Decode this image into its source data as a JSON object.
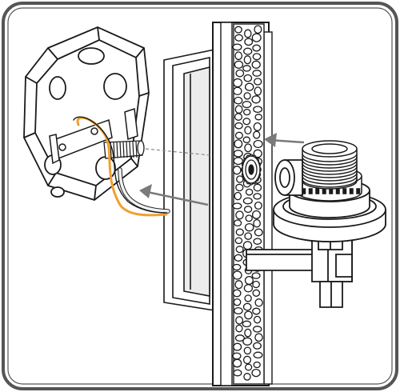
{
  "figure": {
    "kind": "installation-illustration",
    "colors": {
      "frame": "#555555",
      "line": "#1a1a1a",
      "fill": "#ffffff",
      "shade": "#e6e6e6",
      "wire_orange": "#f0a030",
      "wire_white": "#f2f2f2",
      "arrow": "#7a7a7a"
    },
    "components": [
      {
        "name": "octagon-junction-box"
      },
      {
        "name": "mounting-post"
      },
      {
        "name": "lamp-socket"
      },
      {
        "name": "threaded-nipple"
      },
      {
        "name": "lock-nut"
      },
      {
        "name": "mounting-arm"
      }
    ],
    "arrows": [
      {
        "name": "socket-to-post"
      },
      {
        "name": "wires-into-box"
      }
    ]
  }
}
